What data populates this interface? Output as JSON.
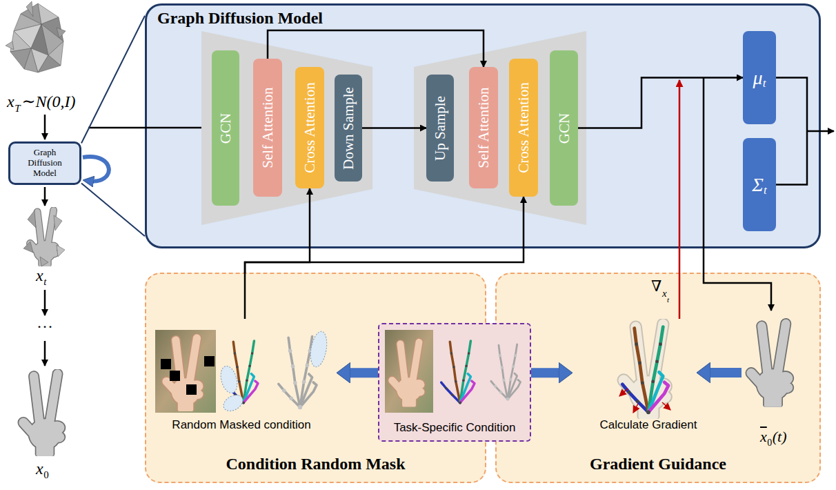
{
  "diagram": {
    "nodes": [
      {
        "text": [
          "Graph Diffusion Model"
        ]
      },
      {
        "text": [
          "Graph Diffusion Model"
        ]
      },
      {
        "text": [
          "GCN"
        ],
        "in": 1
      },
      {
        "text": [
          "Self Attention"
        ],
        "in": 1
      },
      {
        "text": [
          "Cross Attention"
        ],
        "in": 1
      },
      {
        "text": [
          "Down Sample"
        ],
        "in": 1
      },
      {
        "text": [
          "Up Sample"
        ],
        "in": 1
      },
      {
        "text": [
          "Self Attention"
        ],
        "in": 1
      },
      {
        "text": [
          "Cross Attention"
        ],
        "in": 1
      },
      {
        "text": [
          "GCN"
        ],
        "in": 1
      },
      {
        "text": [
          "μ",
          "t"
        ],
        "in": 1
      },
      {
        "text": [
          "Σ",
          "t"
        ],
        "in": 1
      },
      {
        "text": [
          "Condition Random Mask"
        ]
      },
      {
        "text": [
          "Task-Specific Condition"
        ]
      },
      {
        "text": [
          "Gradient Guidance"
        ]
      }
    ],
    "edges": [
      {
        "from": 0,
        "to": 1,
        "arrow": "none"
      },
      {
        "from": 0,
        "to": 1,
        "arrow": "none"
      },
      {
        "from": 5,
        "to": 6,
        "arrow": "to"
      },
      {
        "from": 3,
        "to": 7,
        "arrow": "to"
      },
      {
        "from": 9,
        "to": 10,
        "arrow": "to"
      },
      {
        "from": 10,
        "to": 11,
        "arrow": "none"
      },
      {
        "from": 12,
        "to": 4,
        "arrow": "to"
      },
      {
        "from": 12,
        "to": 8,
        "arrow": "to"
      },
      {
        "from": 13,
        "to": 12,
        "arrow": "to"
      },
      {
        "from": 13,
        "to": 14,
        "arrow": "to"
      }
    ],
    "labels": [
      "x",
      "T",
      "∼N(0,I)",
      "x",
      "t",
      "···",
      "x",
      "0",
      "∇",
      "x",
      "t",
      "Random Masked condition",
      "Calculate Gradient",
      "x",
      "0",
      "(t)"
    ]
  }
}
